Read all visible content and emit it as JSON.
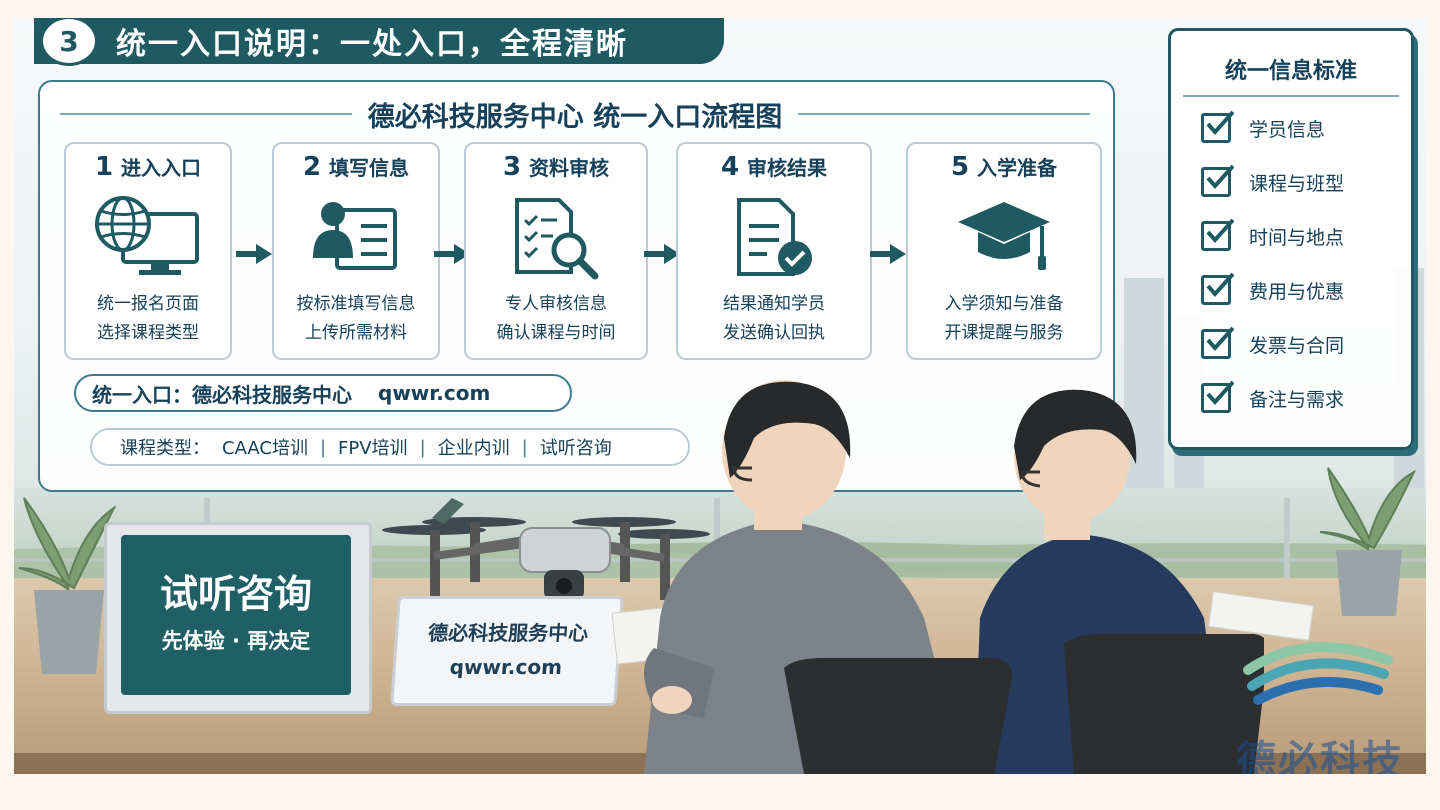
{
  "title": {
    "number": "3",
    "text": "统一入口说明：一处入口，全程清晰"
  },
  "flow_panel": {
    "title": "德必科技服务中心 统一入口流程图",
    "steps": [
      {
        "num": "1",
        "title": "进入入口",
        "icon": "globe-monitor-icon",
        "line1": "统一报名页面",
        "line2": "选择课程类型"
      },
      {
        "num": "2",
        "title": "填写信息",
        "icon": "user-form-icon",
        "line1": "按标准填写信息",
        "line2": "上传所需材料"
      },
      {
        "num": "3",
        "title": "资料审核",
        "icon": "checklist-magnifier-icon",
        "line1": "专人审核信息",
        "line2": "确认课程与时间"
      },
      {
        "num": "4",
        "title": "审核结果",
        "icon": "document-check-icon",
        "line1": "结果通知学员",
        "line2": "发送确认回执"
      },
      {
        "num": "5",
        "title": "入学准备",
        "icon": "graduation-cap-icon",
        "line1": "入学须知与准备",
        "line2": "开课提醒与服务"
      }
    ],
    "entry": {
      "label": "统一入口：德必科技服务中心",
      "url": "qwwr.com"
    },
    "courses": {
      "label": "课程类型：",
      "items": [
        "CAAC培训",
        "FPV培训",
        "企业内训",
        "试听咨询"
      ]
    }
  },
  "checklist": {
    "title": "统一信息标准",
    "items": [
      "学员信息",
      "课程与班型",
      "时间与地点",
      "费用与优惠",
      "发票与合同",
      "备注与需求"
    ]
  },
  "desk_signs": {
    "teal": {
      "big": "试听咨询",
      "small": "先体验 · 再决定"
    },
    "white": {
      "line1": "德必科技服务中心",
      "line2": "qwwr.com"
    }
  },
  "watermark": "德必科技",
  "colors": {
    "primary": "#1f5a63",
    "text": "#17415a",
    "border": "#3c7a8e"
  }
}
